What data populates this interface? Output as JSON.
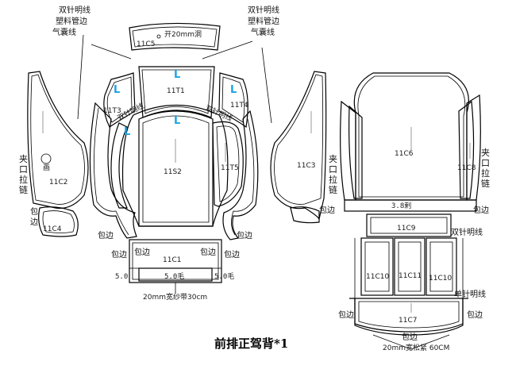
{
  "title": "前排正驾背*1",
  "pieces": {
    "c5": "11C5",
    "t1": "11T1",
    "t3": "11T3",
    "t4": "11T4",
    "s2": "11S2",
    "t5": "11T5",
    "c2": "11C2",
    "c3": "11C3",
    "c4": "11C4",
    "c1": "11C1",
    "c6": "11C6",
    "c8": "11C8",
    "c9": "11C9",
    "c10a": "11C10",
    "c11": "11C11",
    "c10b": "11C10",
    "c7": "11C7"
  },
  "labels": {
    "open_hole": "开20mm洞",
    "callout_left": [
      "双针明线",
      "塑料管边",
      "气囊线"
    ],
    "callout_right": [
      "双针明线",
      "塑料管边",
      "气囊线"
    ],
    "double_needle_diag_left": "双针明线",
    "double_needle_diag_right": "双针明线",
    "zipper_left": [
      "夹",
      "口",
      "拉",
      "链"
    ],
    "zipper_right_a": [
      "夹",
      "口",
      "拉",
      "链"
    ],
    "zipper_right_b": [
      "夹",
      "口",
      "拉",
      "链"
    ],
    "circle_mark": "画",
    "binding_v": [
      "包",
      "边"
    ],
    "binding": "包边",
    "dim_5_0": "5.0",
    "dim_5_0_mao": "5.0毛",
    "dim_3_8": "3.8剌",
    "band_text": "20mm宽纱带30cm",
    "double_needle": "双针明线",
    "single_needle": "单针明线",
    "elastic_text": "20mm宽松紧 60CM",
    "L": "L"
  }
}
